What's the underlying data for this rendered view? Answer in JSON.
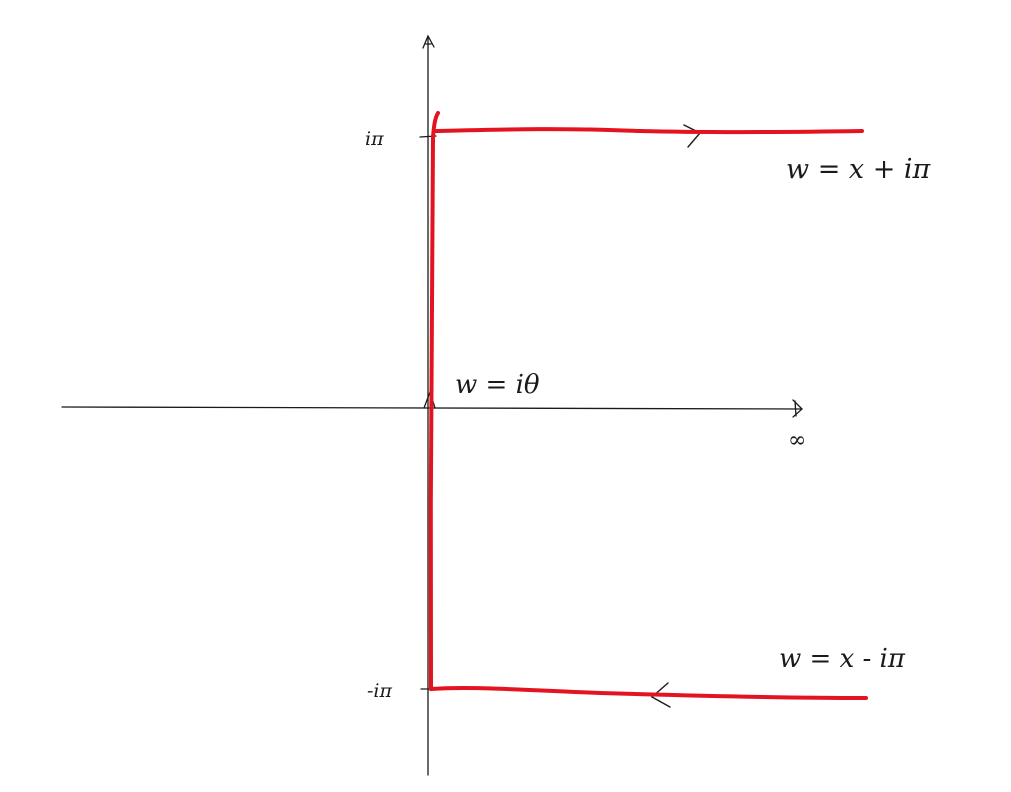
{
  "colors": {
    "axis": "#1a1a1a",
    "contour": "#e3141f",
    "background": "#ffffff"
  },
  "axes": {
    "x_end_label": "∞",
    "y_tick_top": "iπ",
    "y_tick_bottom": "-iπ"
  },
  "contour": {
    "top_label": "w = x + iπ",
    "middle_label": "w = iθ",
    "bottom_label": "w = x - iπ",
    "top_direction": "right",
    "bottom_direction": "left"
  }
}
